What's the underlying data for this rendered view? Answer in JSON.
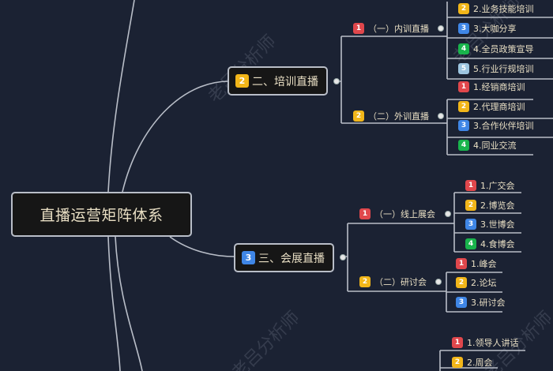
{
  "root": {
    "label": "直播运营矩阵体系"
  },
  "branches": [
    {
      "badge": "2",
      "badge_color": "#f2b619",
      "label": "二、培训直播",
      "children": [
        {
          "badge": "1",
          "badge_color": "#e0474c",
          "label": "（一）内训直播",
          "items": [
            {
              "badge": "2",
              "badge_color": "#f2b619",
              "label": "2.业务技能培训"
            },
            {
              "badge": "3",
              "badge_color": "#3f86e6",
              "label": "3.大咖分享"
            },
            {
              "badge": "4",
              "badge_color": "#19b44c",
              "label": "4.全员政策宣导"
            },
            {
              "badge": "5",
              "badge_color": "#9dc5e0",
              "label": "5.行业行规培训"
            }
          ]
        },
        {
          "badge": "2",
          "badge_color": "#f2b619",
          "label": "（二）外训直播",
          "items": [
            {
              "badge": "1",
              "badge_color": "#e0474c",
              "label": "1.经销商培训"
            },
            {
              "badge": "2",
              "badge_color": "#f2b619",
              "label": "2.代理商培训"
            },
            {
              "badge": "3",
              "badge_color": "#3f86e6",
              "label": "3.合作伙伴培训"
            },
            {
              "badge": "4",
              "badge_color": "#19b44c",
              "label": "4.同业交流"
            }
          ]
        }
      ]
    },
    {
      "badge": "3",
      "badge_color": "#3f86e6",
      "label": "三、会展直播",
      "children": [
        {
          "badge": "1",
          "badge_color": "#e0474c",
          "label": "（一）线上展会",
          "items": [
            {
              "badge": "1",
              "badge_color": "#e0474c",
              "label": "1.广交会"
            },
            {
              "badge": "2",
              "badge_color": "#f2b619",
              "label": "2.博览会"
            },
            {
              "badge": "3",
              "badge_color": "#3f86e6",
              "label": "3.世博会"
            },
            {
              "badge": "4",
              "badge_color": "#19b44c",
              "label": "4.食博会"
            }
          ]
        },
        {
          "badge": "2",
          "badge_color": "#f2b619",
          "label": "（二）研讨会",
          "items": [
            {
              "badge": "1",
              "badge_color": "#e0474c",
              "label": "1.峰会"
            },
            {
              "badge": "2",
              "badge_color": "#f2b619",
              "label": "2.论坛"
            },
            {
              "badge": "3",
              "badge_color": "#3f86e6",
              "label": "3.研讨会"
            }
          ]
        }
      ]
    },
    {
      "label": "",
      "children": [
        {
          "label": "",
          "items": [
            {
              "badge": "1",
              "badge_color": "#e0474c",
              "label": "1.领导人讲话"
            },
            {
              "badge": "2",
              "badge_color": "#f2b619",
              "label": "2.周会"
            }
          ]
        }
      ]
    }
  ],
  "watermark": "老吕分析师",
  "colors": {
    "background": "#1b2233",
    "line": "#b9bec8",
    "node_fill": "#161616",
    "text": "#e9dfc4"
  }
}
